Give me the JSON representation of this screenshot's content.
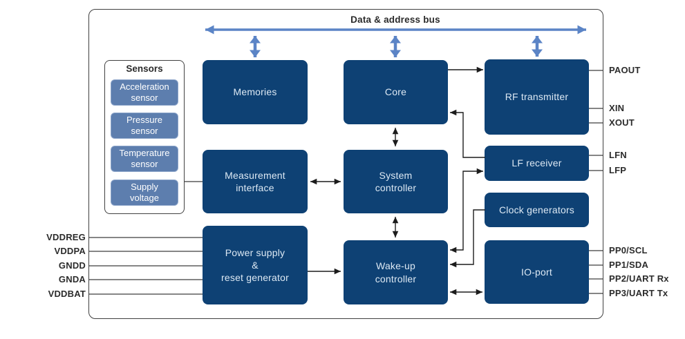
{
  "diagram": {
    "bus_label": "Data & address bus",
    "blocks": {
      "memories": "Memories",
      "core": "Core",
      "rf_transmitter": "RF transmitter",
      "measurement_interface": "Measurement\ninterface",
      "system_controller": "System\ncontroller",
      "lf_receiver": "LF receiver",
      "clock_generators": "Clock generators",
      "power_supply": "Power supply\n&\nreset generator",
      "wakeup_controller": "Wake-up\ncontroller",
      "io_port": "IO-port"
    },
    "sensors": {
      "title": "Sensors",
      "items": [
        "Acceleration\nsensor",
        "Pressure\nsensor",
        "Temperature\nsensor",
        "Supply\nvoltage"
      ]
    },
    "pins": {
      "left": [
        "VDDREG",
        "VDDPA",
        "GNDD",
        "GNDA",
        "VDDBAT"
      ],
      "right": [
        "PAOUT",
        "XIN",
        "XOUT",
        "LFN",
        "LFP",
        "PP0/SCL",
        "PP1/SDA",
        "PP2/UART Rx",
        "PP3/UART Tx"
      ]
    },
    "colors": {
      "block_fill": "#0e4174",
      "sensor_fill": "#5d7eae",
      "sensor_border": "#8ea6ca",
      "bus_blue": "#5b84c6",
      "wire_black": "#1c1c1c",
      "pin_line": "#3c3c3c",
      "border_gray": "#3f3f3f",
      "text_light": "#dde9f4",
      "label_dark": "#2b2b2b"
    }
  }
}
